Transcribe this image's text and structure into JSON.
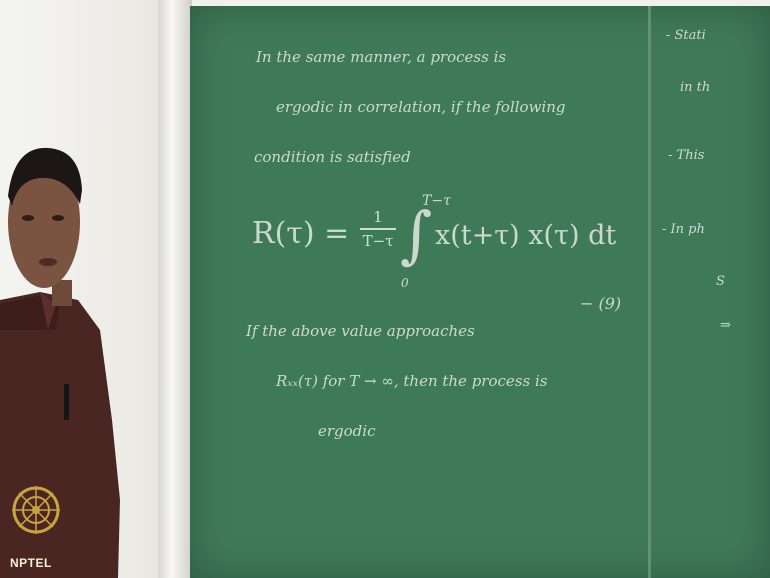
{
  "board": {
    "line1": "In the same manner, a process is",
    "line2": "ergodic in correlation, if the following",
    "line3": "condition is satisfied",
    "eq_lhs": "R(τ) =",
    "frac_num": "1",
    "frac_den": "T−τ",
    "upper_limit": "T−τ",
    "integral_sign": "∫",
    "lower_limit": "0",
    "integrand": "x(t+τ) x(τ) dt",
    "eq_number": "− (9)",
    "line4": "If the above value approaches",
    "line5": "Rₓₓ(τ) for T → ∞, then the process is",
    "line6": "ergodic",
    "right_col": [
      "- Stati",
      "in th",
      "- This",
      "- In ph",
      "S",
      "⇒"
    ]
  },
  "logo": {
    "text": "NPTEL"
  },
  "colors": {
    "board": "#3f7a58",
    "chalk": "#e9efe6",
    "wall": "#f1f0ec",
    "shirt": "#4a2622"
  }
}
